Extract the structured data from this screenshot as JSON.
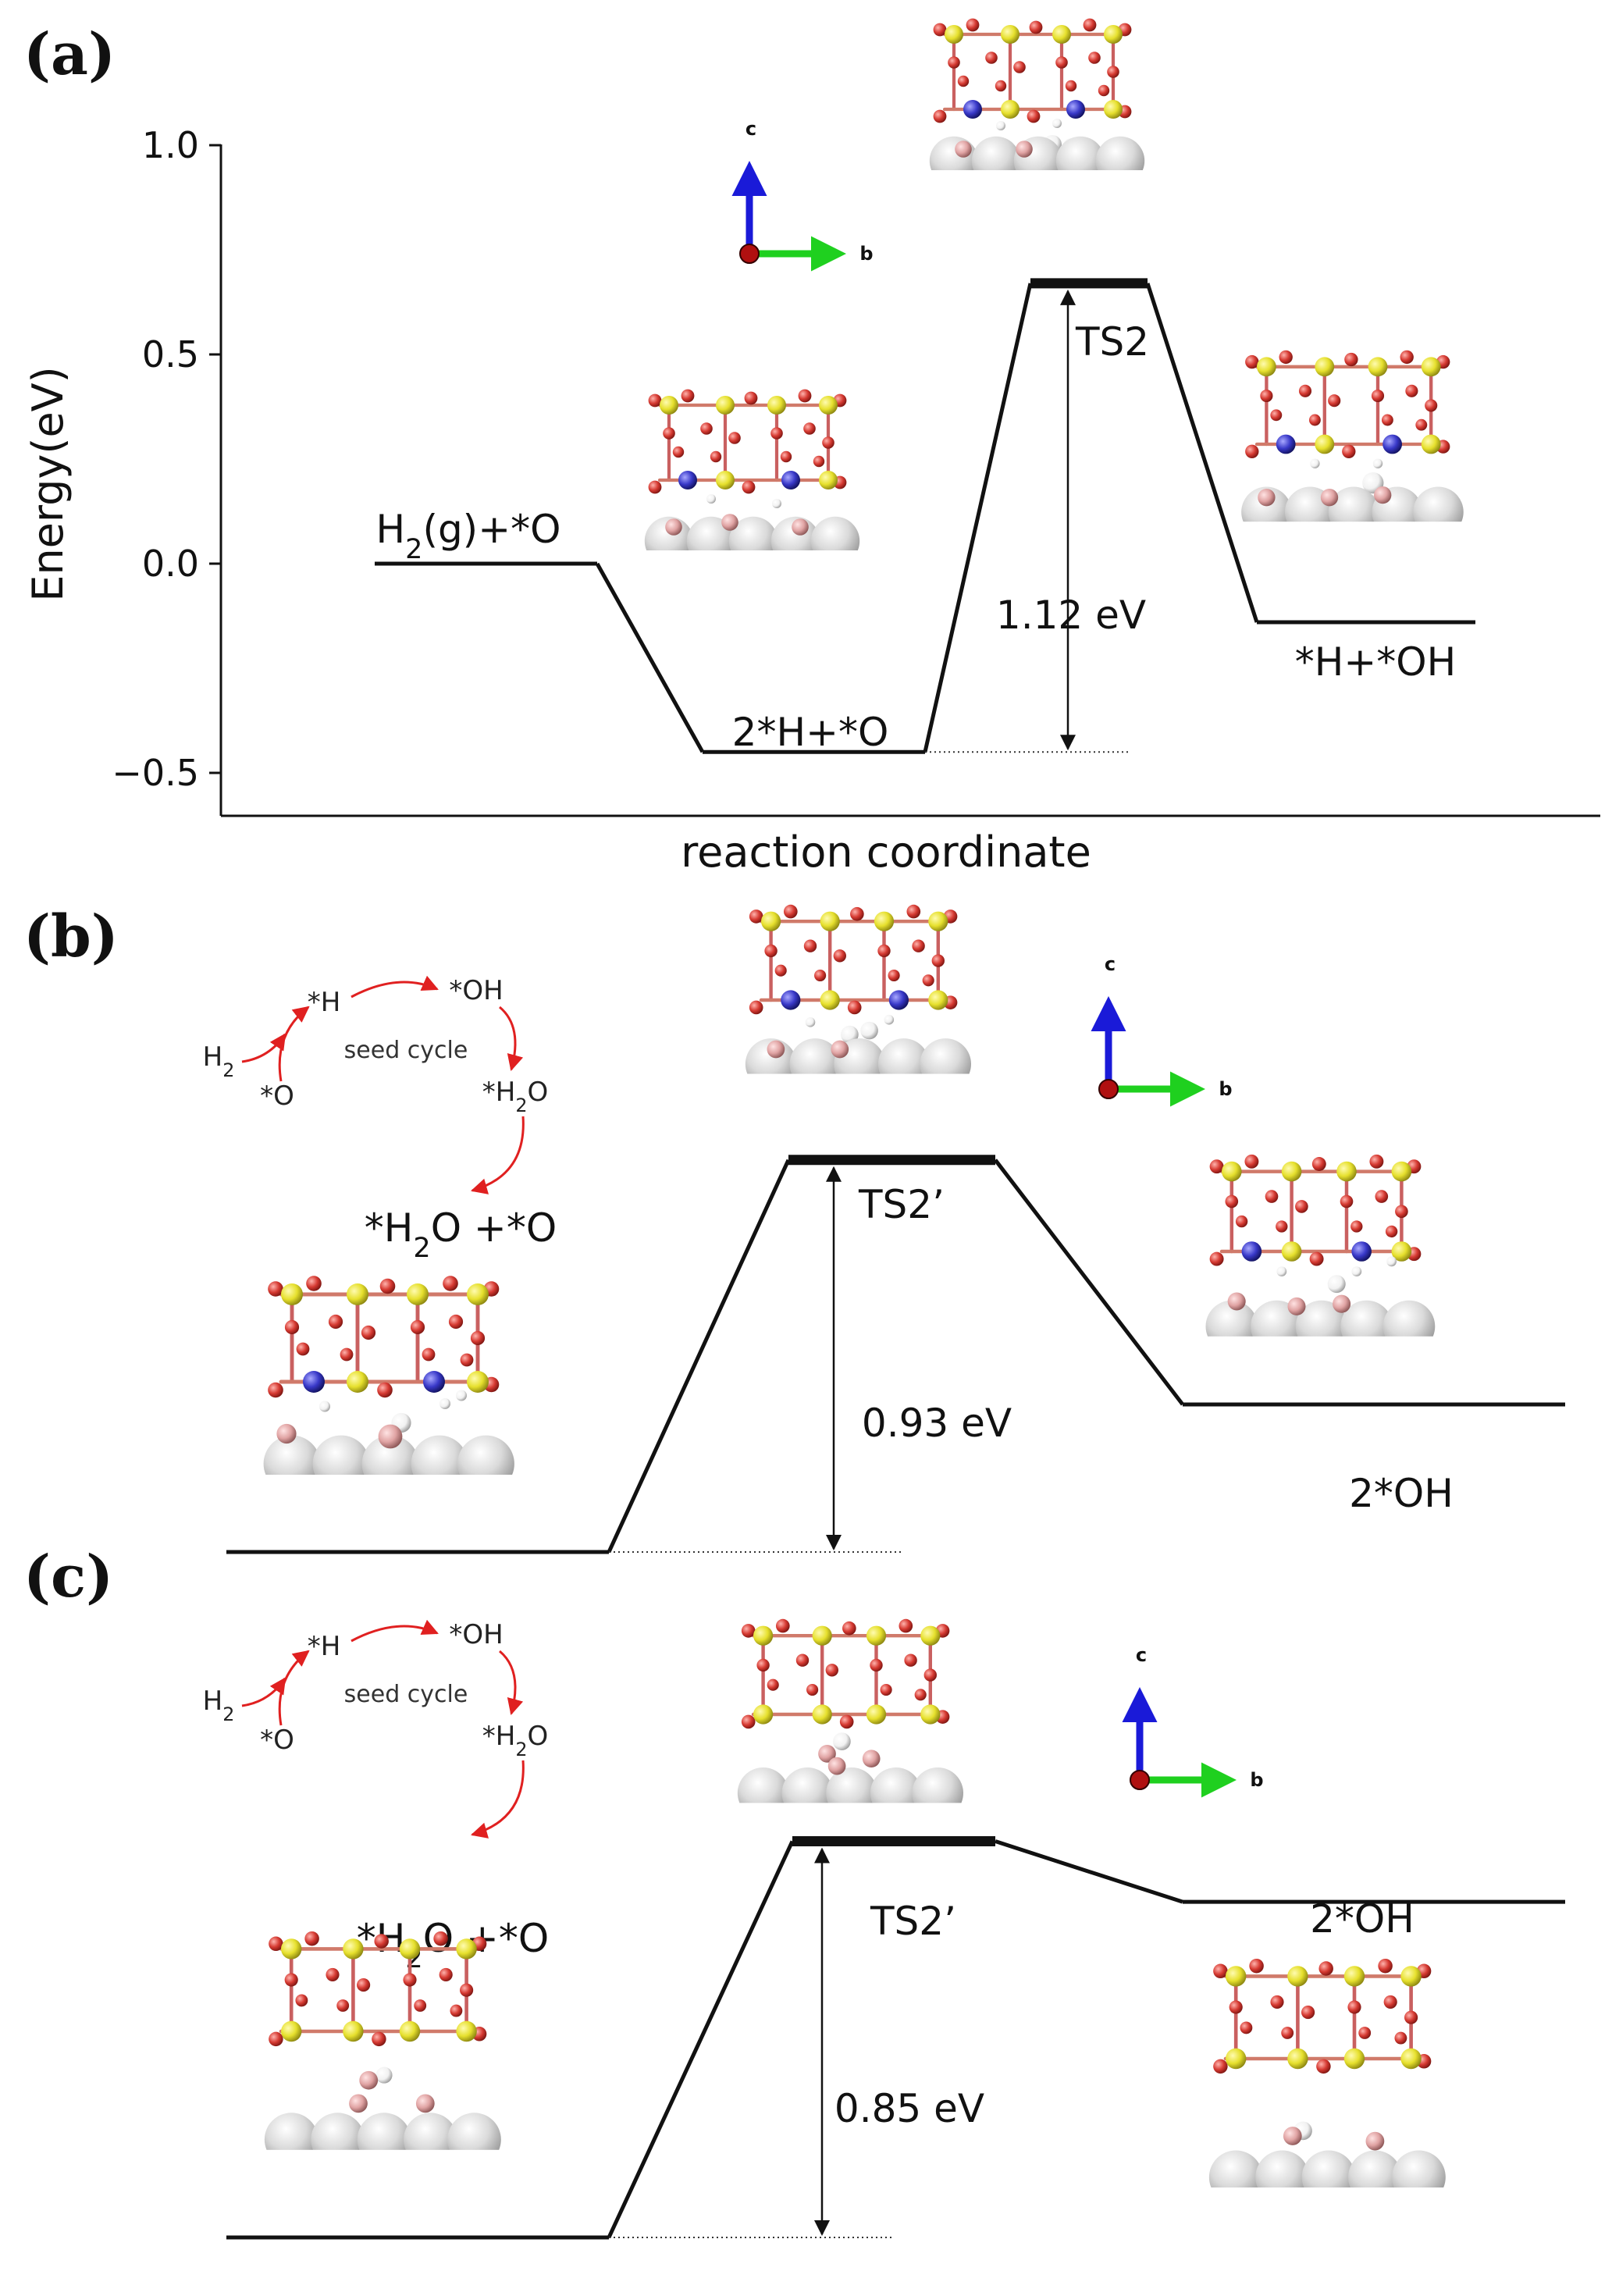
{
  "colors": {
    "oxygen": "#d63a32",
    "sulfur": "#e6e02d",
    "nitrogen": "#3838c8",
    "hydrogen": "#f6f6f6",
    "metal": "#d7d7d7",
    "metal_adatom": "#e0a3a3",
    "cycle_arrow": "#e02020",
    "axis_c": "#1a1ad8",
    "axis_b": "#1fd01f",
    "axis_a": "#b01010"
  },
  "panels": [
    {
      "label": "(a)",
      "ylabel": "Energy(eV)",
      "xlabel": "reaction coordinate",
      "states": [
        {
          "label": "H2(g)+*O",
          "energy": 0.0
        },
        {
          "label": "2*H+*O",
          "energy": -0.45
        },
        {
          "label": "TS2",
          "energy": 0.67
        },
        {
          "label": "*H+*OH",
          "energy": -0.14
        }
      ],
      "barrier_label": "1.12 eV",
      "crystal_axes": {
        "c": "c",
        "b": "b"
      }
    },
    {
      "label": "(b)",
      "cycle": {
        "h2": "H2",
        "o": "*O",
        "h": "*H",
        "oh": "*OH",
        "h2o": "*H2O",
        "title": "seed cycle"
      },
      "states": [
        {
          "label": "*H2O +*O",
          "energy": 0.0
        },
        {
          "label": "TS2’",
          "energy": 0.93
        },
        {
          "label": "2*OH",
          "energy": 0.35
        }
      ],
      "barrier_label": "0.93 eV",
      "crystal_axes": {
        "c": "c",
        "b": "b"
      }
    },
    {
      "label": "(c)",
      "cycle": {
        "h2": "H2",
        "o": "*O",
        "h": "*H",
        "oh": "*OH",
        "h2o": "*H2O",
        "title": "seed cycle"
      },
      "states": [
        {
          "label": "*H2O +*O",
          "energy": 0.0
        },
        {
          "label": "TS2’",
          "energy": 0.85
        },
        {
          "label": "2*OH",
          "energy": 0.72
        }
      ],
      "barrier_label": "0.85 eV",
      "crystal_axes": {
        "c": "c",
        "b": "b"
      }
    }
  ],
  "chart_data": {
    "type": "line",
    "title": "",
    "xlabel": "reaction coordinate",
    "ylabel": "Energy(eV)",
    "ylim": [
      -0.6,
      1.05
    ],
    "yticks": [
      "1.0",
      "0.5",
      "0.0",
      "−0.5"
    ],
    "categories": [
      "H2(g)+*O",
      "2*H+*O",
      "TS2",
      "*H+*OH"
    ],
    "series": [
      {
        "values": [
          0.0,
          -0.45,
          0.67,
          -0.14
        ]
      }
    ],
    "grid": false,
    "legend": "none"
  }
}
